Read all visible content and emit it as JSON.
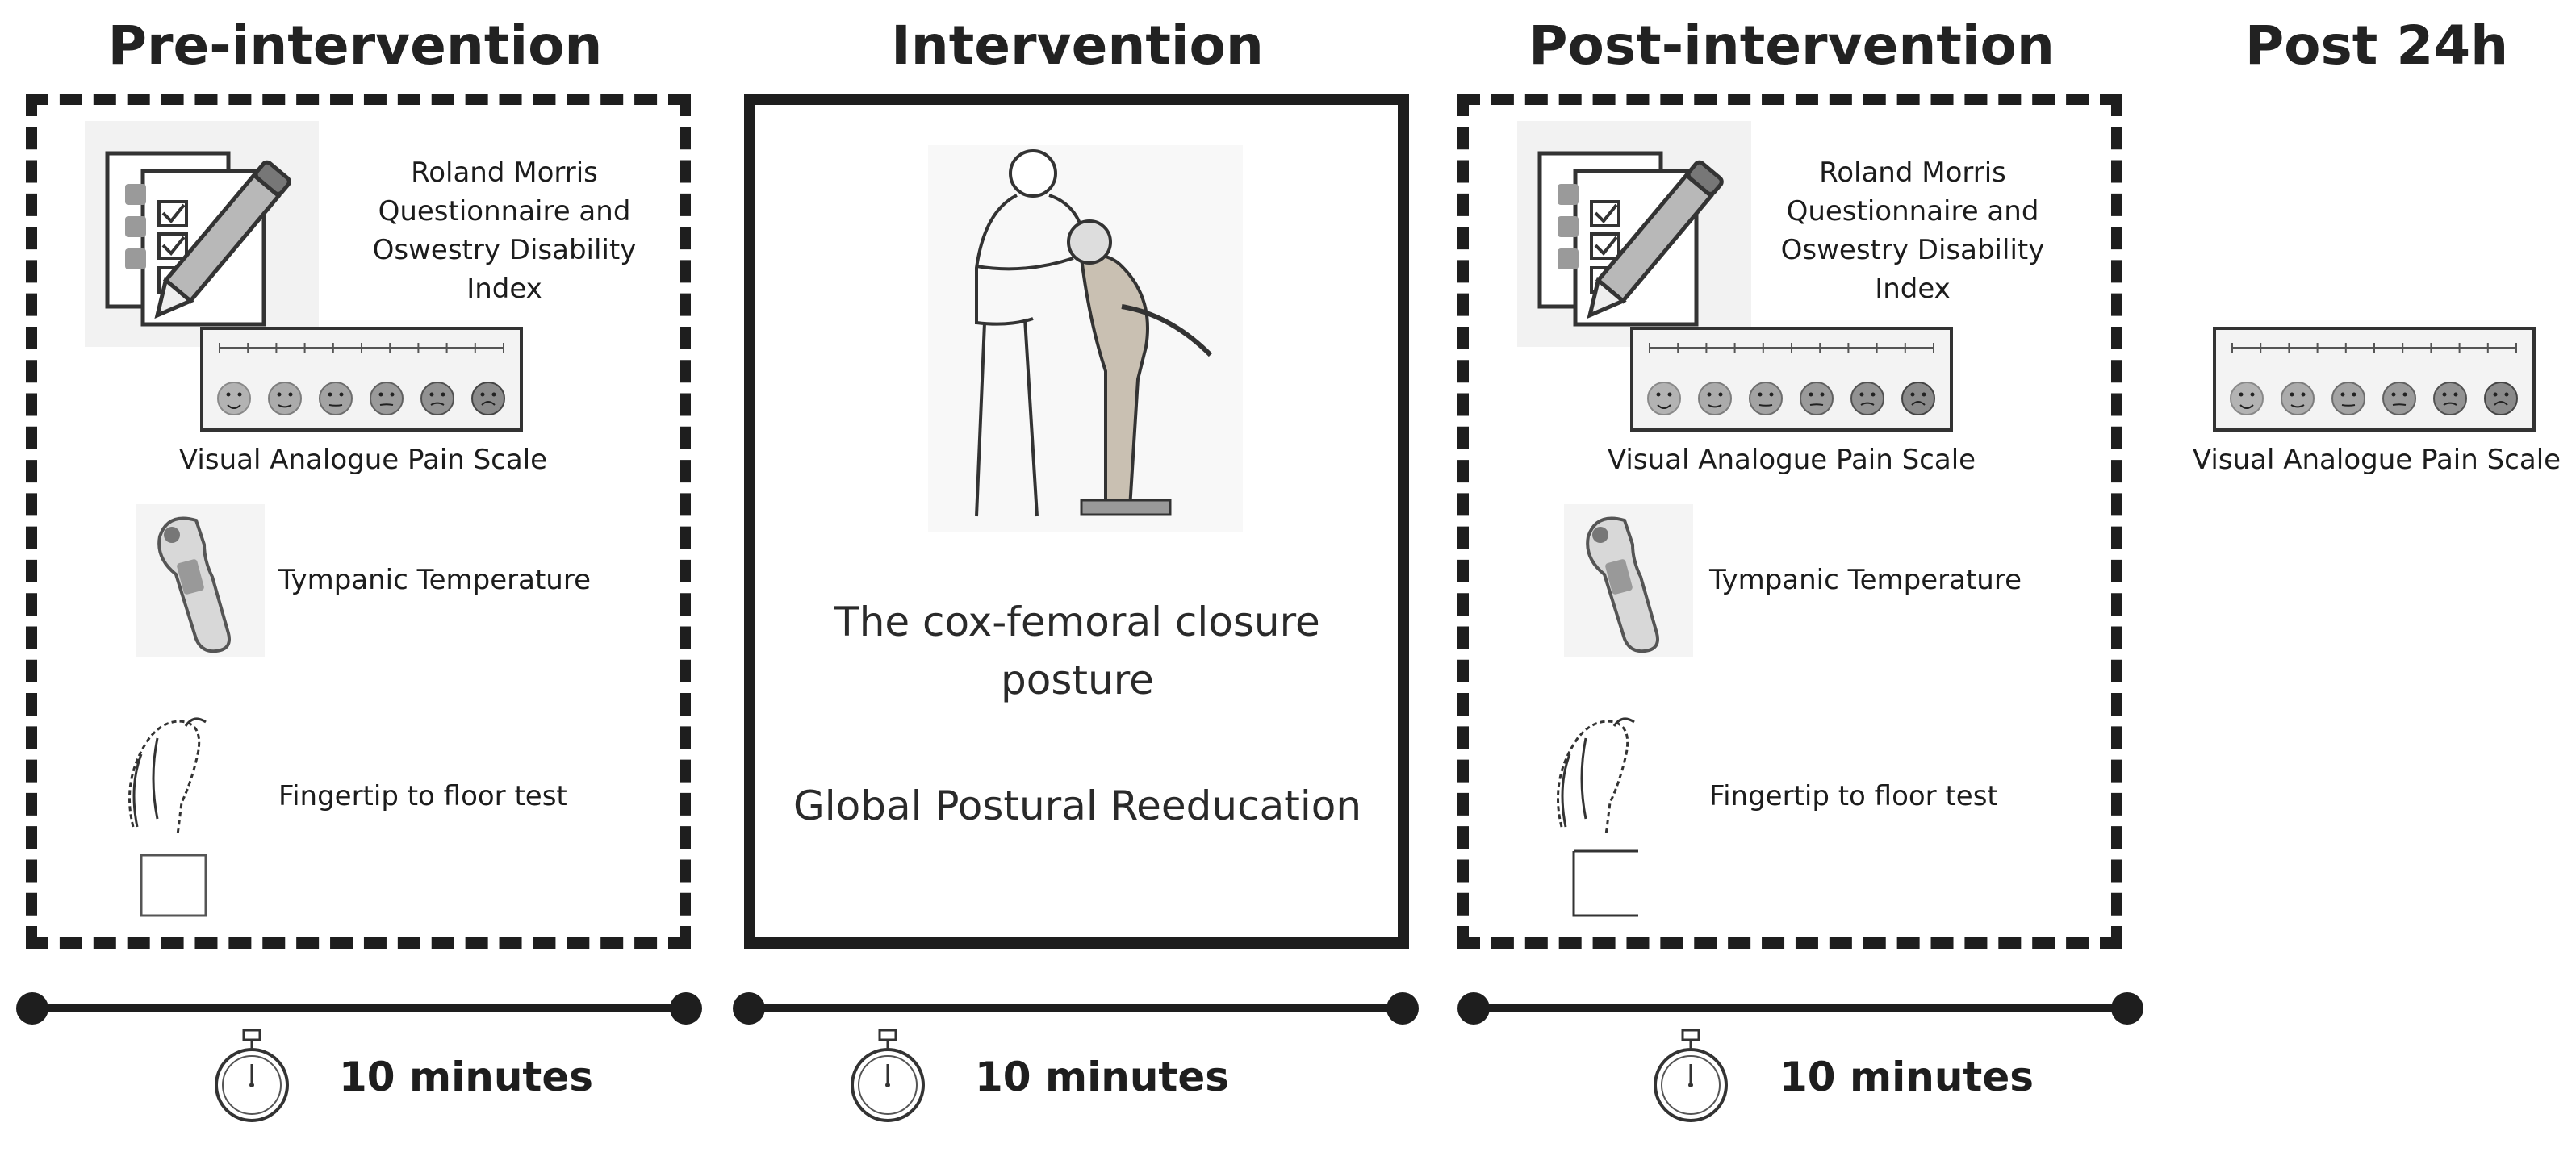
{
  "phases": {
    "pre": {
      "title": "Pre-intervention",
      "questionnaire": "Roland Morris Questionnaire and Oswestry Disability Index",
      "vas": "Visual Analogue Pain Scale",
      "temperature": "Tympanic Temperature",
      "fingertip": "Fingertip to floor test",
      "duration": "10 minutes"
    },
    "intervention": {
      "title": "Intervention",
      "posture": "The cox-femoral closure posture",
      "method": "Global Postural Reeducation",
      "duration": "10 minutes"
    },
    "post": {
      "title": "Post-intervention",
      "questionnaire": "Roland Morris Questionnaire and Oswestry Disability Index",
      "vas": "Visual Analogue Pain Scale",
      "temperature": "Tympanic Temperature",
      "fingertip": "Fingertip to floor test",
      "duration": "10 minutes"
    },
    "post24": {
      "title": "Post 24h",
      "vas": "Visual Analogue Pain Scale"
    }
  },
  "icons": {
    "questionnaire": "questionnaire-clipboard-icon",
    "vas": "pain-faces-scale-icon",
    "thermometer": "tympanic-thermometer-icon",
    "fingertip": "forward-bend-figure-icon",
    "stopwatch": "stopwatch-icon",
    "posture": "therapist-patient-posture-illustration"
  },
  "colors": {
    "line": "#1e1e1e",
    "face": "#8a8a8a",
    "skin": "#c9c0b2"
  }
}
